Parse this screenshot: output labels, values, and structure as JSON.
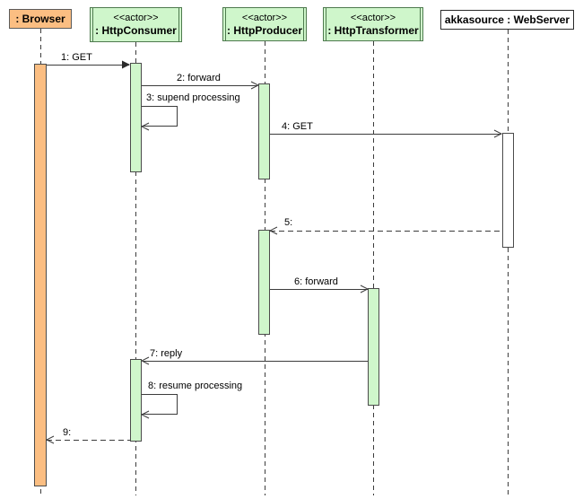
{
  "diagram_type": "uml-sequence-diagram",
  "participants": [
    {
      "name": ": Browser"
    },
    {
      "stereotype": "<<actor>>",
      "name": ": HttpConsumer"
    },
    {
      "stereotype": "<<actor>>",
      "name": ": HttpProducer"
    },
    {
      "stereotype": "<<actor>>",
      "name": ": HttpTransformer"
    },
    {
      "name": "akkasource : WebServer"
    }
  ],
  "messages": [
    {
      "label": "1: GET",
      "from": ": Browser",
      "to": ": HttpConsumer",
      "line": "solid",
      "arrow": "filled"
    },
    {
      "label": "2: forward",
      "from": ": HttpConsumer",
      "to": ": HttpProducer",
      "line": "solid",
      "arrow": "open"
    },
    {
      "label": "3: supend processing",
      "from": ": HttpConsumer",
      "to": ": HttpConsumer",
      "line": "solid",
      "arrow": "open",
      "self": true
    },
    {
      "label": "4: GET",
      "from": ": HttpProducer",
      "to": "akkasource : WebServer",
      "line": "solid",
      "arrow": "open"
    },
    {
      "label": "5:",
      "from": "akkasource : WebServer",
      "to": ": HttpProducer",
      "line": "dashed",
      "arrow": "open"
    },
    {
      "label": "6: forward",
      "from": ": HttpProducer",
      "to": ": HttpTransformer",
      "line": "solid",
      "arrow": "open"
    },
    {
      "label": "7: reply",
      "from": ": HttpTransformer",
      "to": ": HttpConsumer",
      "line": "solid",
      "arrow": "open"
    },
    {
      "label": "8: resume processing",
      "from": ": HttpConsumer",
      "to": ": HttpConsumer",
      "line": "solid",
      "arrow": "open",
      "self": true
    },
    {
      "label": "9:",
      "from": ": HttpConsumer",
      "to": ": Browser",
      "line": "dashed",
      "arrow": "open"
    }
  ],
  "colors": {
    "browser_fill": "#fbbe82",
    "browser_border": "#5b5b5b",
    "actor_fill": "#cff6cb",
    "actor_border": "#4e7a4e",
    "activation_fill": "#cff6cb",
    "activation_border": "#4b4b4b",
    "webserver_border": "#2b2b2b",
    "line_color": "#3c3c3c"
  }
}
